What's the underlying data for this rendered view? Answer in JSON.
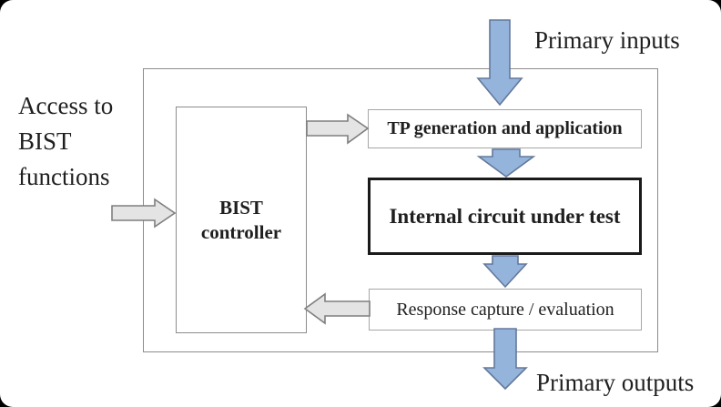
{
  "diagram": {
    "external_labels": {
      "access": "Access to\nBIST\nfunctions",
      "primary_inputs": "Primary inputs",
      "primary_outputs": "Primary outputs"
    },
    "boxes": {
      "bist_controller": "BIST\ncontroller",
      "tp_generation": "TP generation and application",
      "internal_circuit": "Internal circuit under test",
      "response_capture": "Response capture / evaluation"
    },
    "edges": [
      {
        "from": "Primary inputs",
        "to": "TP generation and application",
        "style": "blue-data-flow"
      },
      {
        "from": "TP generation and application",
        "to": "Internal circuit under test",
        "style": "blue-data-flow"
      },
      {
        "from": "Internal circuit under test",
        "to": "Response capture / evaluation",
        "style": "blue-data-flow"
      },
      {
        "from": "Response capture / evaluation",
        "to": "Primary outputs",
        "style": "blue-data-flow"
      },
      {
        "from": "Access to BIST functions",
        "to": "BIST controller",
        "style": "gray-control"
      },
      {
        "from": "BIST controller",
        "to": "TP generation and application",
        "style": "gray-control"
      },
      {
        "from": "Response capture / evaluation",
        "to": "BIST controller",
        "style": "gray-control"
      }
    ]
  },
  "colors": {
    "blue_arrow_fill": "#94b4dc",
    "blue_arrow_stroke": "#64789b",
    "gray_arrow_fill": "#e4e4e4",
    "gray_arrow_stroke": "#7f7f7f",
    "box_border": "#8c8c8c",
    "light_box_border": "#a6a6a6",
    "emphasis_border": "#1a1a1a",
    "text": "#1f1f1f",
    "background": "#ffffff"
  }
}
